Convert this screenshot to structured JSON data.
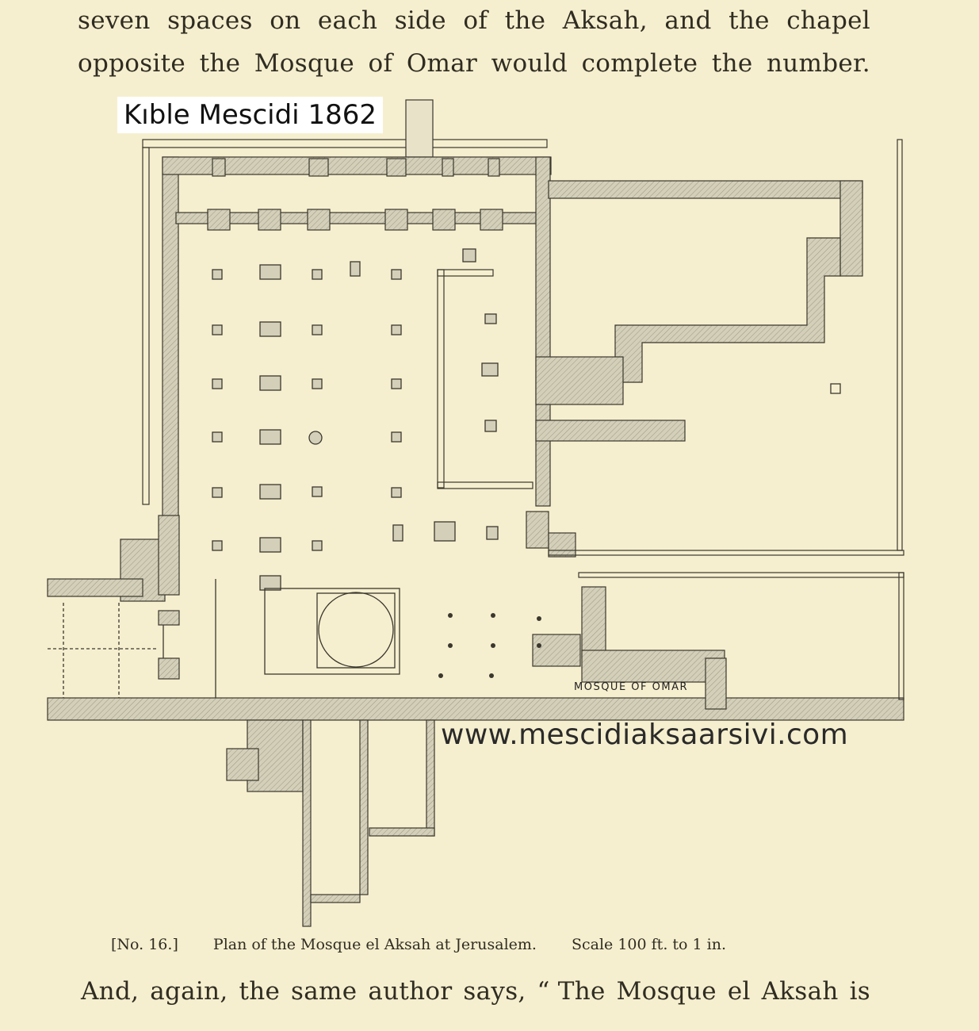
{
  "book_text": {
    "line1": [
      "seven",
      "spaces",
      "on",
      "each",
      "side",
      "of",
      "the",
      "Aksah,",
      "and",
      "the",
      "chapel"
    ],
    "line2": [
      "opposite",
      "the",
      "Mosque",
      "of",
      "Omar",
      "would",
      "complete",
      "the",
      "number."
    ],
    "line3": [
      "And,",
      "again,",
      "the",
      "same",
      "author",
      "says,",
      "“ The",
      "Mosque",
      "el",
      "Aksah",
      "is"
    ]
  },
  "overlay": {
    "title": "Kıble Mescidi 1862",
    "website": "www.mescidiaksaarsivi.com"
  },
  "figure": {
    "number": "[No. 16.]",
    "caption": "Plan of the Mosque el Aksah at Jerusalem.",
    "scale": "Scale 100 ft. to 1 in.",
    "room_label": "MOSQUE OF OMAR"
  },
  "colors": {
    "paper": "#f6efcf",
    "wall": "#cfc9b2",
    "ink": "#3a372e"
  }
}
